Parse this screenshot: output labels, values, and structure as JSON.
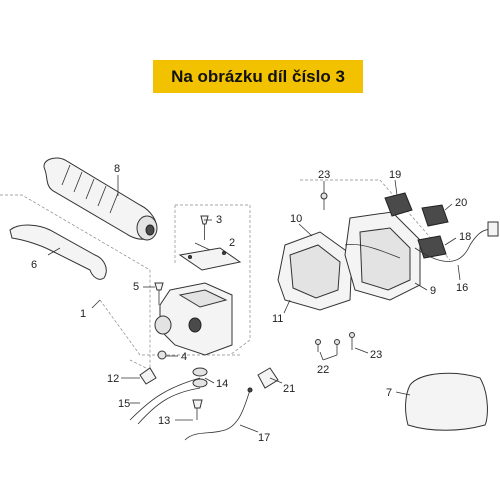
{
  "banner": {
    "text": "Na obrázku díl číslo 3",
    "color": "#f2c200"
  },
  "diagram": {
    "labels": {
      "p1": "1",
      "p2": "2",
      "p3": "3",
      "p4": "4",
      "p5": "5",
      "p6": "6",
      "p7": "7",
      "p8": "8",
      "p9": "9",
      "p10": "10",
      "p11": "11",
      "p12": "12",
      "p13": "13",
      "p14": "14",
      "p15": "15",
      "p16": "16",
      "p17": "17",
      "p18": "18",
      "p19": "19",
      "p20": "20",
      "p21": "21",
      "p22": "22",
      "p23a": "23",
      "p23b": "23"
    }
  }
}
